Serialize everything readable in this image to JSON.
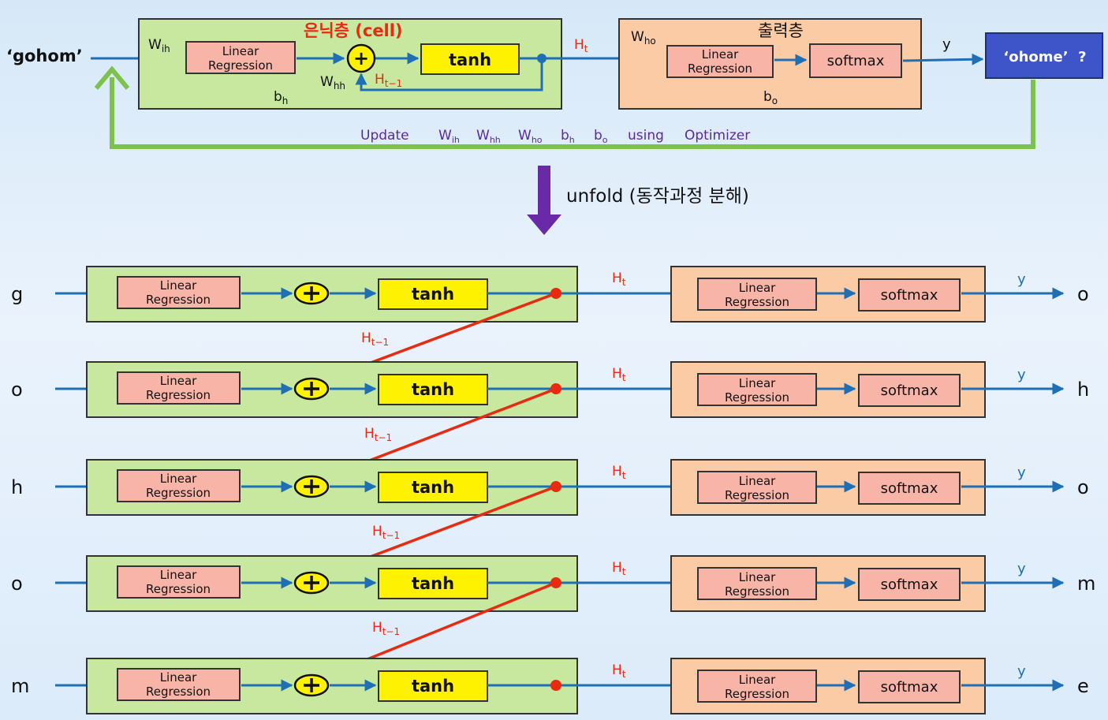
{
  "colors": {
    "hidden_fill": "#c8e8a0",
    "output_fill": "#fbcba6",
    "linear_fill": "#f8b4a6",
    "tanh_fill": "#fff200",
    "arrow_blue": "#1f6fb5",
    "hidden_arrow_red": "#e82a10",
    "loop_green": "#7dc24a",
    "unfold_purple": "#6a2aa8",
    "result_blue": "#3d55c8"
  },
  "top": {
    "input": "‘gohom’",
    "hidden_title": "은닉층 (cell)",
    "w_ih": "W",
    "w_ih_sub": "ih",
    "linear_line1": "Linear",
    "linear_line2": "Regression",
    "plus": "+",
    "tanh": "tanh",
    "w_hh": "W",
    "w_hh_sub": "hh",
    "h_prev": "H",
    "h_prev_sub": "t−1",
    "b_h": "b",
    "b_h_sub": "h",
    "h_t": "H",
    "h_t_sub": "t",
    "output_title": "출력층",
    "w_ho": "W",
    "w_ho_sub": "ho",
    "softmax": "softmax",
    "b_o": "b",
    "b_o_sub": "o",
    "y": "y",
    "result": "‘ohome’  ?",
    "update": {
      "word": "Update",
      "w_ih": "W",
      "w_ih_sub": "ih",
      "w_hh": "W",
      "w_hh_sub": "hh",
      "w_ho": "W",
      "w_ho_sub": "ho",
      "b_h": "b",
      "b_h_sub": "h",
      "b_o": "b",
      "b_o_sub": "o",
      "using": "using",
      "optimizer": "Optimizer"
    }
  },
  "unfold_label": "unfold (동작과정 분해)",
  "unfolded": {
    "linear_line1": "Linear",
    "linear_line2": "Regression",
    "tanh": "tanh",
    "softmax": "softmax",
    "h_t": "H",
    "h_t_sub": "t",
    "h_prev": "H",
    "h_prev_sub": "t−1",
    "y": "y",
    "steps": [
      {
        "input": "g",
        "output": "o"
      },
      {
        "input": "o",
        "output": "h"
      },
      {
        "input": "h",
        "output": "o"
      },
      {
        "input": "o",
        "output": "m"
      },
      {
        "input": "m",
        "output": "e"
      }
    ]
  }
}
